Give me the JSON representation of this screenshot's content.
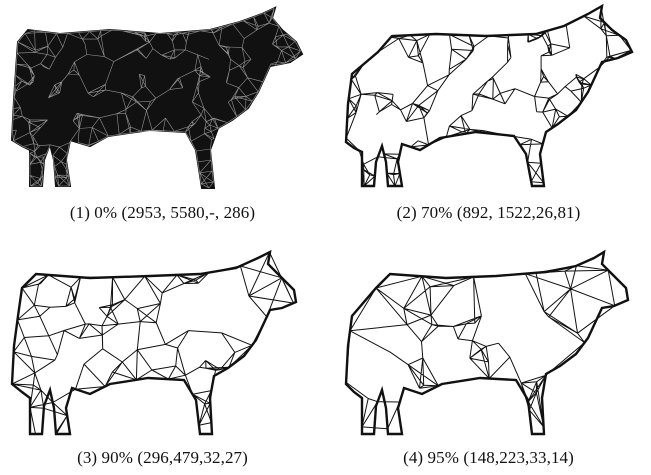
{
  "figure": {
    "panels": [
      {
        "caption": "(1) 0% (2953, 5580,-, 286)",
        "mesh_density": 1.0,
        "fill": "#111111"
      },
      {
        "caption": "(2) 70% (892, 1522,26,81)",
        "mesh_density": 0.3,
        "fill": "none"
      },
      {
        "caption": "(3) 90% (296,479,32,27)",
        "mesh_density": 0.1,
        "fill": "none"
      },
      {
        "caption": "(4) 95% (148,223,33,14)",
        "mesh_density": 0.05,
        "fill": "none"
      }
    ],
    "icon": "cow-wireframe-mesh"
  }
}
